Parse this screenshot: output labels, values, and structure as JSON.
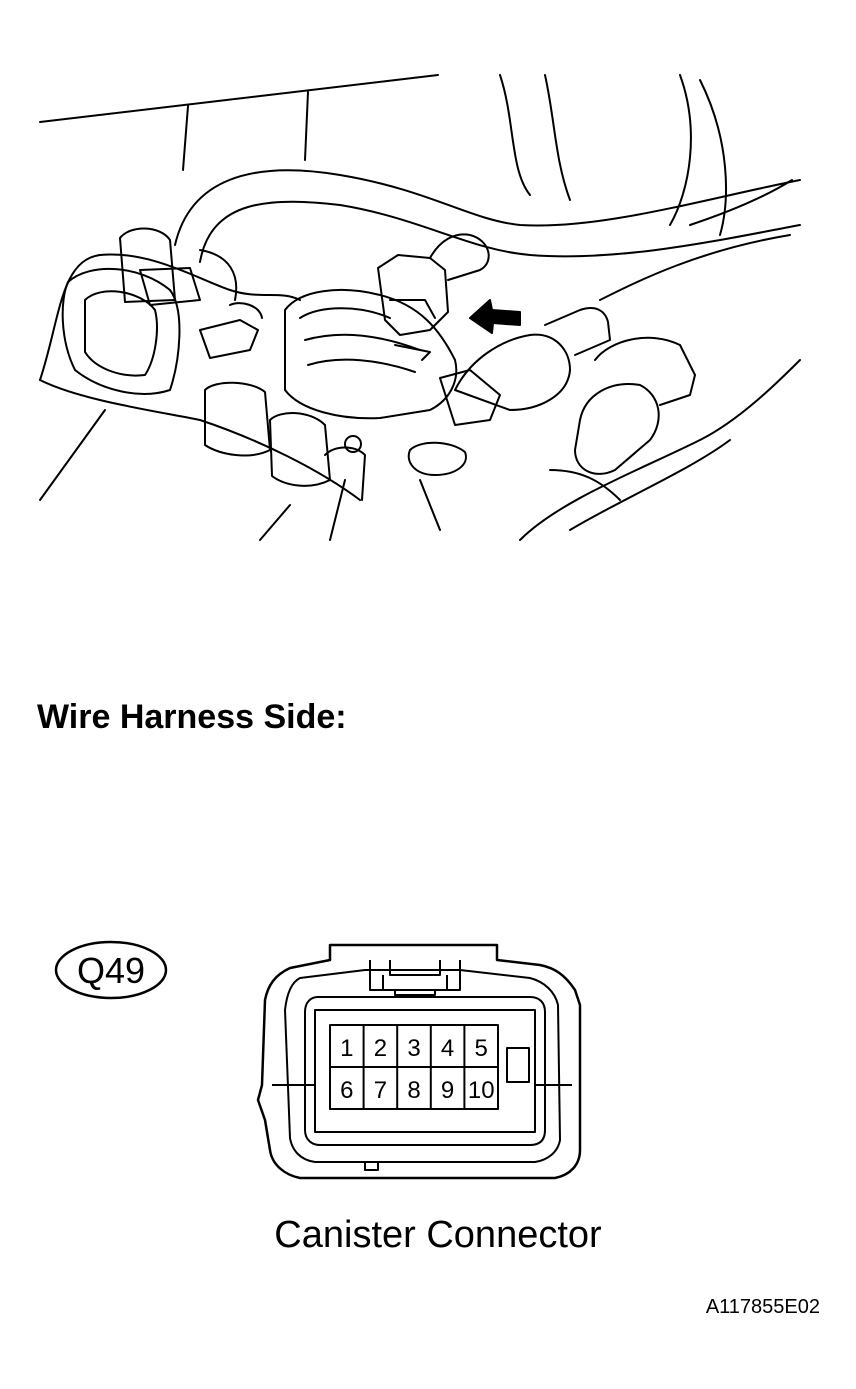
{
  "heading": "Wire Harness Side:",
  "connector": {
    "code": "Q49",
    "caption": "Canister Connector",
    "pins_top": [
      "1",
      "2",
      "3",
      "4",
      "5"
    ],
    "pins_bottom": [
      "6",
      "7",
      "8",
      "9",
      "10"
    ]
  },
  "figure_code": "A117855E02",
  "icons": {
    "illustration": "engine-bay-line-art",
    "pointer": "black-arrow-icon"
  }
}
